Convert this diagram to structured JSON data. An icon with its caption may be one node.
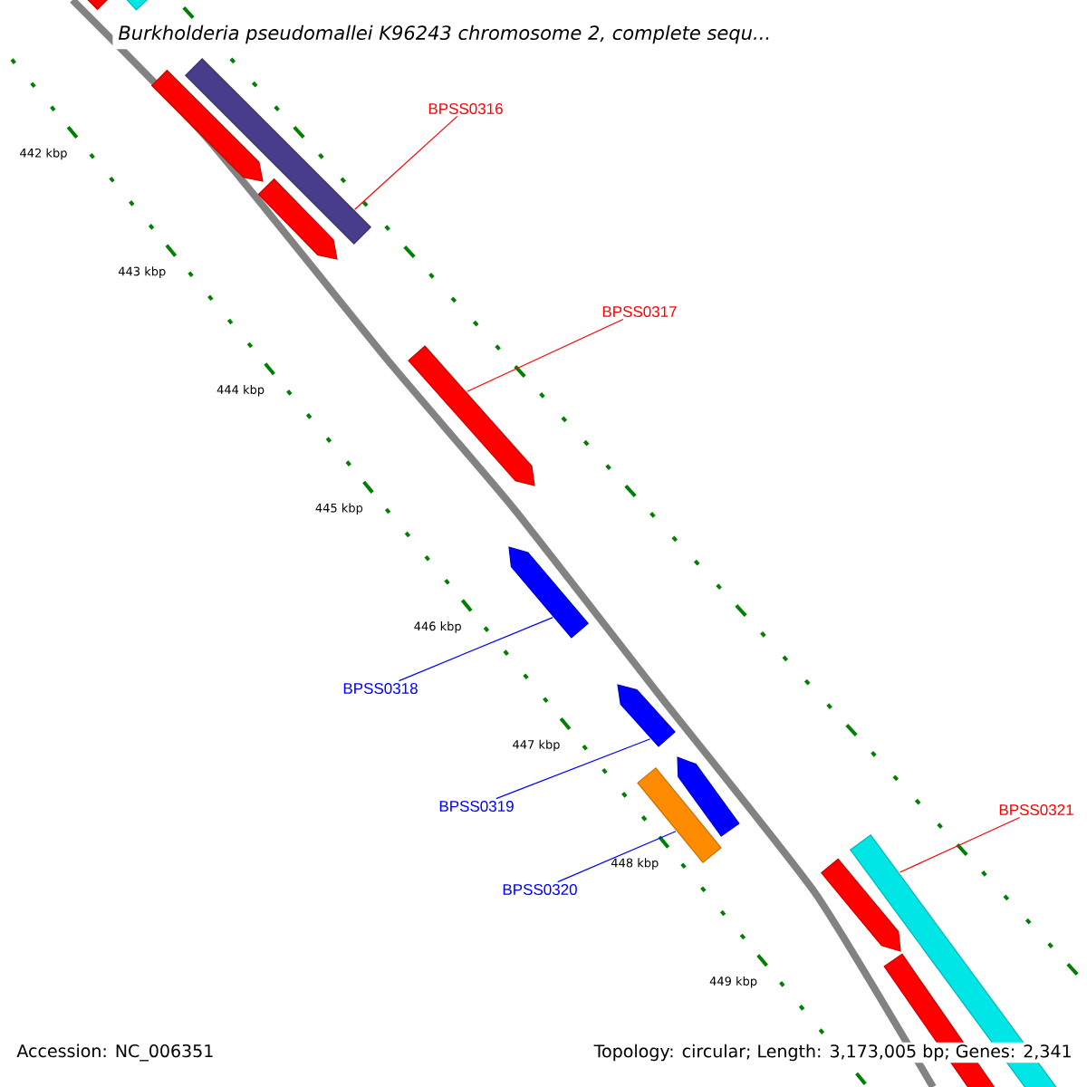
{
  "diagram": {
    "title": "Burkholderia pseudomallei K96243 chromosome 2, complete sequ...",
    "nodes": [
      {
        "text": [
          "BPSS0316"
        ]
      },
      {
        "text": [
          "BPSS0317"
        ]
      },
      {
        "text": [
          "BPSS0318"
        ]
      },
      {
        "text": [
          "BPSS0319"
        ]
      },
      {
        "text": [
          "BPSS0320"
        ]
      },
      {
        "text": [
          "BPSS0321"
        ]
      },
      {
        "text": [],
        "shape": "bar"
      },
      {
        "text": [],
        "shape": "bar"
      },
      {
        "text": [],
        "shape": "bar"
      },
      {
        "text": [],
        "shape": "bar"
      },
      {
        "text": [],
        "shape": "bar"
      },
      {
        "text": [],
        "shape": "bar"
      },
      {
        "text": [],
        "shape": "bar"
      },
      {
        "text": [],
        "shape": "bar"
      },
      {
        "text": [],
        "shape": "bar"
      },
      {
        "text": [],
        "shape": "bar"
      },
      {
        "text": [],
        "shape": "bar"
      },
      {
        "text": [],
        "shape": "bar"
      },
      {
        "text": [],
        "shape": "bar"
      }
    ],
    "edges": [
      {
        "from": 0,
        "to": 8,
        "arrow": "none",
        "color": "#ff0000"
      },
      {
        "from": 1,
        "to": 11,
        "arrow": "none",
        "color": "#ff0000"
      },
      {
        "from": 2,
        "to": 12,
        "arrow": "none",
        "color": "#0000ff"
      },
      {
        "from": 3,
        "to": 13,
        "arrow": "none",
        "color": "#0000ff"
      },
      {
        "from": 4,
        "to": 15,
        "arrow": "none",
        "color": "#0000ff"
      },
      {
        "from": 5,
        "to": 17,
        "arrow": "none",
        "color": "#ff0000"
      }
    ],
    "labels": [
      "442 kbp",
      "443 kbp",
      "444 kbp",
      "445 kbp",
      "446 kbp",
      "447 kbp",
      "448 kbp",
      "449 kbp",
      "Accession: NC_006351",
      "Topology: circular; Length: 3,173,005 bp; Genes: 2,341"
    ]
  }
}
